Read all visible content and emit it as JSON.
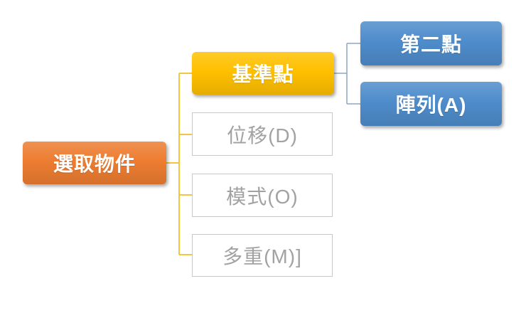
{
  "colors": {
    "root_orange": "#ED7D31",
    "base_yellow": "#FFC000",
    "branch_blue": "#4E8CCB",
    "outline_border": "#C9C9C9",
    "outline_text": "#A2A2A2",
    "connector_yellow": "#F3C63F",
    "connector_blue": "#8AA7C6",
    "filled_text": "#FFFFFF"
  },
  "diagram": {
    "root": {
      "label": "選取物件"
    },
    "middle": [
      {
        "label": "基準點"
      },
      {
        "label": "位移(D)"
      },
      {
        "label": "模式(O)"
      },
      {
        "label": "多重(M)]"
      }
    ],
    "right": [
      {
        "label": "第二點"
      },
      {
        "label": "陣列(A)"
      }
    ]
  }
}
